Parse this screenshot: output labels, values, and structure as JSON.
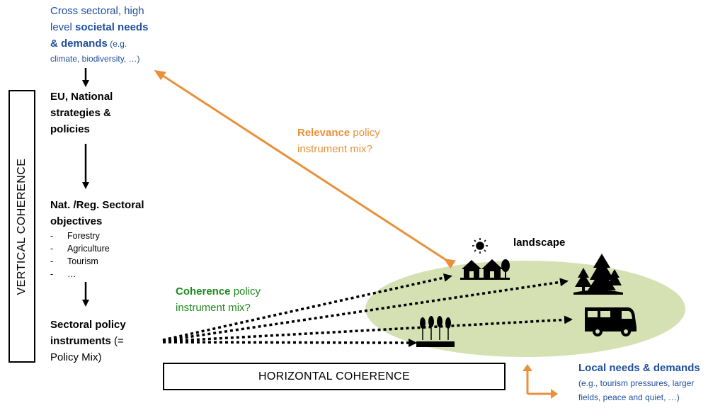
{
  "societal": {
    "line1": "Cross sectoral, high",
    "line2_prefix": "level ",
    "line2_bold": "societal needs",
    "line3_bold": "& demands",
    "line3_small": " (e.g.",
    "line4": "climate, biodiversity, …)"
  },
  "eu": {
    "line1": "EU, National",
    "line2": "strategies &",
    "line3": "policies"
  },
  "national": {
    "line1": "Nat. /Reg. Sectoral",
    "line2": "objectives",
    "items": [
      "Forestry",
      "Agriculture",
      "Tourism",
      "…"
    ]
  },
  "sectoral": {
    "line1": "Sectoral policy",
    "line2_bold": "instruments",
    "line2_rest": " (=",
    "line3": "Policy Mix)"
  },
  "vertical_label": "VERTICAL COHERENCE",
  "horizontal_label": "HORIZONTAL COHERENCE",
  "relevance": {
    "bold": "Relevance",
    "rest1": " policy",
    "line2": "instrument mix?"
  },
  "coherence": {
    "bold": "Coherence",
    "rest1": " policy",
    "line2": "instrument mix?"
  },
  "landscape_label": "landscape",
  "local": {
    "title": "Local needs & demands",
    "line2": "(e.g., tourism pressures, larger",
    "line3": "fields, peace and quiet, …)"
  },
  "colors": {
    "blue_text": "#1f4e9e",
    "orange": "#e8913a",
    "green_text": "#1e8a1e",
    "landscape_fill": "#d5e1b3"
  },
  "icons": [
    "sun-icon",
    "houses-icon",
    "trees-icon",
    "camper-icon",
    "wheat-icon"
  ]
}
